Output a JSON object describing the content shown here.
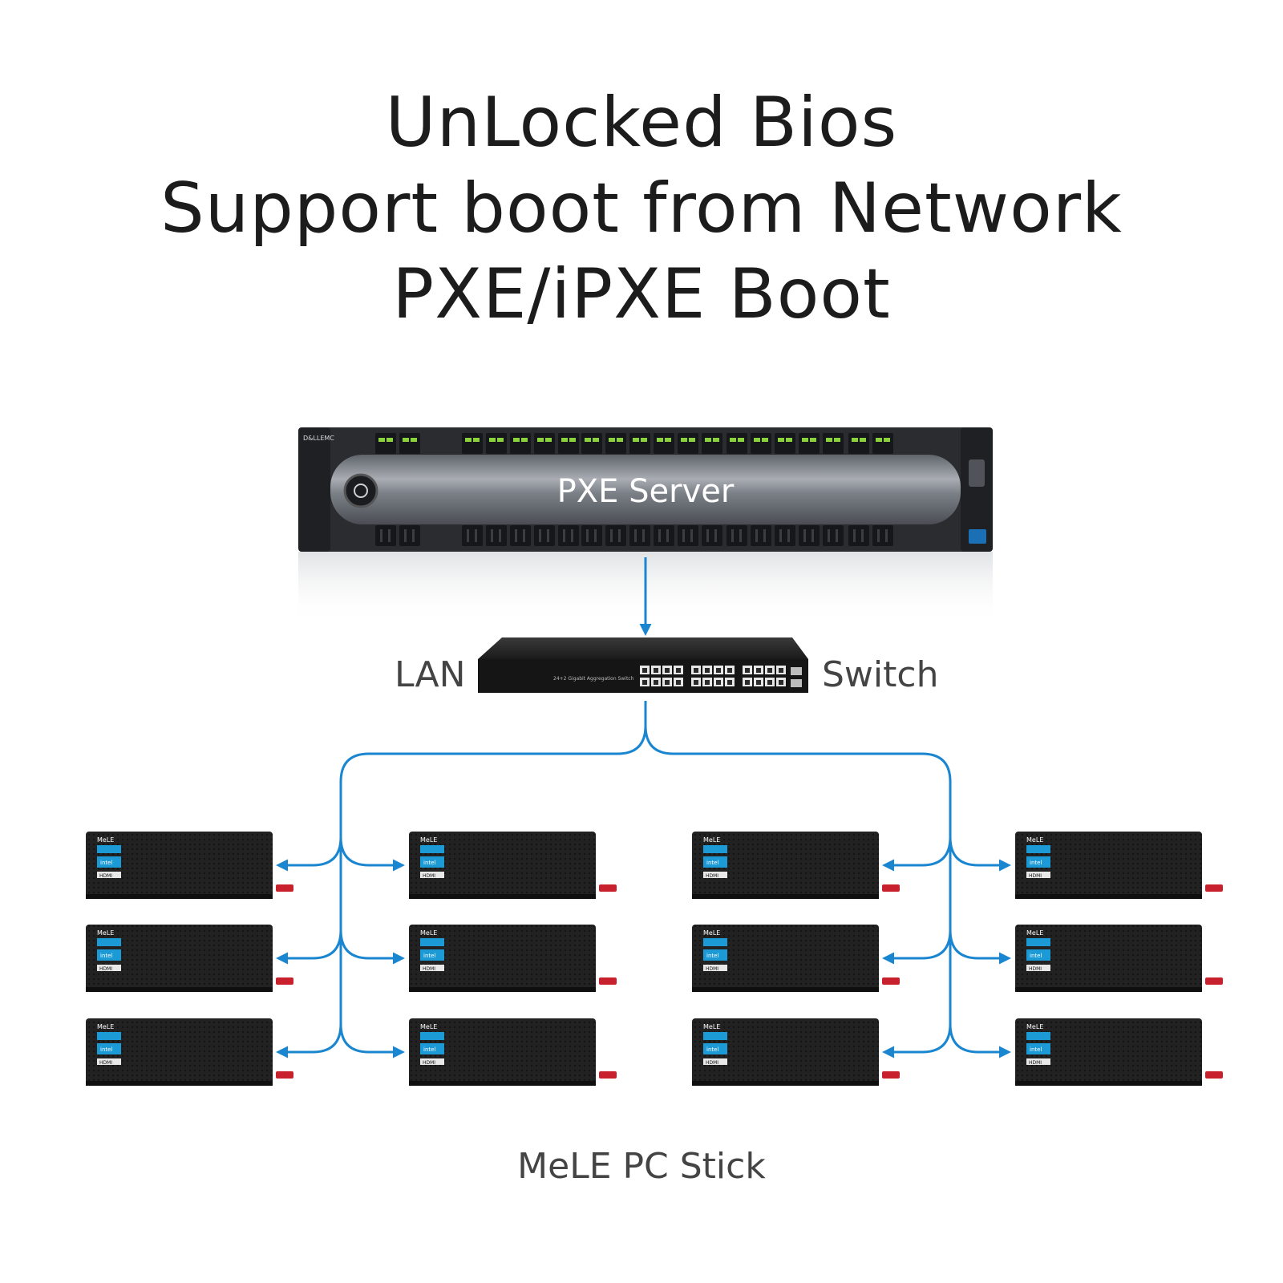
{
  "headline": {
    "line1": "UnLocked Bios",
    "line2": "Support boot from Network",
    "line3": "PXE/iPXE Boot"
  },
  "server": {
    "label": "PXE Server",
    "brand": "D&LLEMC"
  },
  "switch": {
    "label_left": "LAN",
    "label_right": "Switch",
    "front_text": "24+2 Gigabit Aggregation Switch"
  },
  "pc_sticks": {
    "caption": "MeLE PC Stick",
    "count": 12,
    "logo": "MeLE",
    "chip_badge": "intel",
    "port_label": "HDMI"
  },
  "colors": {
    "link": "#1a86d0",
    "title": "#1c1c1c",
    "device": "#1e1e1e",
    "server_bezel": "#8a8f96",
    "badge": "#1b9ad6",
    "tag": "#c8202c"
  }
}
